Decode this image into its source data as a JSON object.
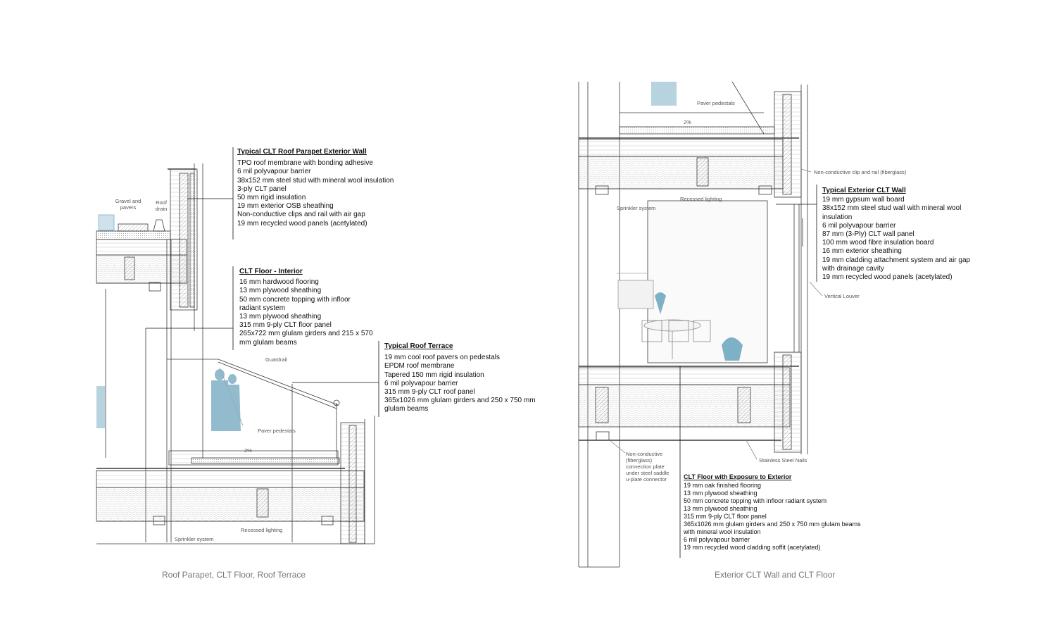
{
  "left_drawing": {
    "caption": "Roof Parapet, CLT Floor, Roof Terrace",
    "labels": {
      "gravel": "Gravel and\npavers",
      "roof_drain": "Roof\ndrain",
      "guardrail": "Guardrail",
      "paver_pedestals": "Paver pedestals",
      "slope": "2%",
      "recessed_lighting": "Recessed lighting",
      "sprinkler": "Sprinkler system"
    },
    "annotations": {
      "parapet": {
        "title": "Typical CLT Roof Parapet Exterior Wall",
        "lines": [
          "TPO roof membrane with bonding adhesive",
          "6 mil polyvapour barrier",
          "38x152 mm steel stud with mineral wool insulation",
          "3-ply CLT panel",
          "50 mm rigid insulation",
          "19 mm exterior OSB sheathing",
          "Non-conductive clips and rail with air gap",
          "19 mm recycled wood panels (acetylated)"
        ]
      },
      "floor_interior": {
        "title": "CLT Floor - Interior",
        "lines": [
          "16 mm hardwood flooring",
          "13 mm plywood sheathing",
          "50 mm concrete topping with infloor",
          "radiant system",
          "13 mm plywood sheathing",
          "315 mm 9-ply CLT floor panel",
          "265x722 mm glulam girders and 215 x 570",
          "mm glulam beams"
        ]
      },
      "roof_terrace": {
        "title": "Typical Roof Terrace",
        "lines": [
          "19 mm cool roof pavers on pedestals",
          "EPDM roof membrane",
          "Tapered 150 mm rigid insulation",
          "6 mil polyvapour barrier",
          "315 mm 9-ply CLT roof panel",
          "365x1026 mm glulam girders and 250 x 750 mm",
          "glulam beams"
        ]
      }
    }
  },
  "right_drawing": {
    "caption": "Exterior CLT Wall and CLT Floor",
    "labels": {
      "paver_pedestals": "Paver pedestals",
      "slope": "2%",
      "clip_rail": "Non-conductive clip and rail (fiberglass)",
      "sprinkler": "Sprinkler system",
      "recessed_lighting": "Recessed lighting",
      "vertical_louver": "Vertical Louver",
      "connection_plate": "Non-conductive\n(fiberglass)\nconnection plate\nunder steel saddle\nu-plate connector",
      "stainless_nails": "Stainless Steel Nails"
    },
    "annotations": {
      "exterior_wall": {
        "title": "Typical Exterior CLT Wall",
        "lines": [
          "19 mm gypsum wall board",
          "38x152 mm steel stud wall with mineral wool",
          "insulation",
          "6 mil polyvapour barrier",
          "87 mm (3-Ply) CLT wall panel",
          "100 mm wood fibre insulation board",
          "16 mm exterior sheathing",
          "19 mm cladding attachment system and air gap",
          "with drainage cavity",
          "19 mm recycled wood panels (acetylated)"
        ]
      },
      "floor_exterior": {
        "title": "CLT Floor with Exposure to Exterior",
        "lines": [
          "19 mm oak finished flooring",
          "13 mm plywood sheathing",
          "50 mm concrete topping with infloor radiant system",
          "13 mm plywood sheathing",
          "315 mm 9-ply CLT floor panel",
          "365x1026 mm glulam girders and 250 x 750 mm glulam beams",
          "with mineral wool insulation",
          "6 mil polyvapour barrier",
          "19 mm recycled wood cladding soffit (acetylated)"
        ]
      }
    }
  },
  "colors": {
    "line": "#3a3a3a",
    "hatch": "#9a9a9a",
    "figure": "#7fb1c6",
    "text_muted": "#777777"
  }
}
